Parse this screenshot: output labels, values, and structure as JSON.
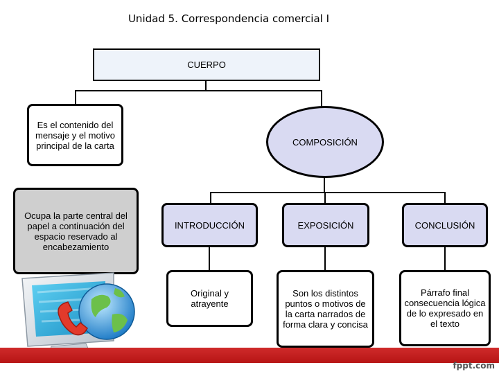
{
  "title": "Unidad 5. Correspondencia comercial I",
  "nodes": {
    "cuerpo": "CUERPO",
    "definicion": "Es el contenido del mensaje y el motivo principal de la carta",
    "ubicacion": "Ocupa la parte central del papel a continuación del espacio reservado al encabezamiento",
    "composicion": "COMPOSICIÓN",
    "introduccion": "INTRODUCCIÓN",
    "exposicion": "EXPOSICIÓN",
    "conclusion": "CONCLUSIÓN",
    "introduccion_desc": "Original y atrayente",
    "exposicion_desc": "Son los distintos puntos o motivos de la carta narrados de forma clara y concisa",
    "conclusion_desc": "Párrafo final consecuencia lógica de lo expresado en el texto"
  },
  "icons": [
    "globe-icon",
    "computer-monitor-icon",
    "telephone-icon"
  ],
  "colors": {
    "header_fill": "#eef3fa",
    "node_fill": "#d9daf2",
    "grey_fill": "#cfcfcf",
    "footer_red": "#c41f1f"
  },
  "footer": {
    "brand": "fppt.com"
  }
}
